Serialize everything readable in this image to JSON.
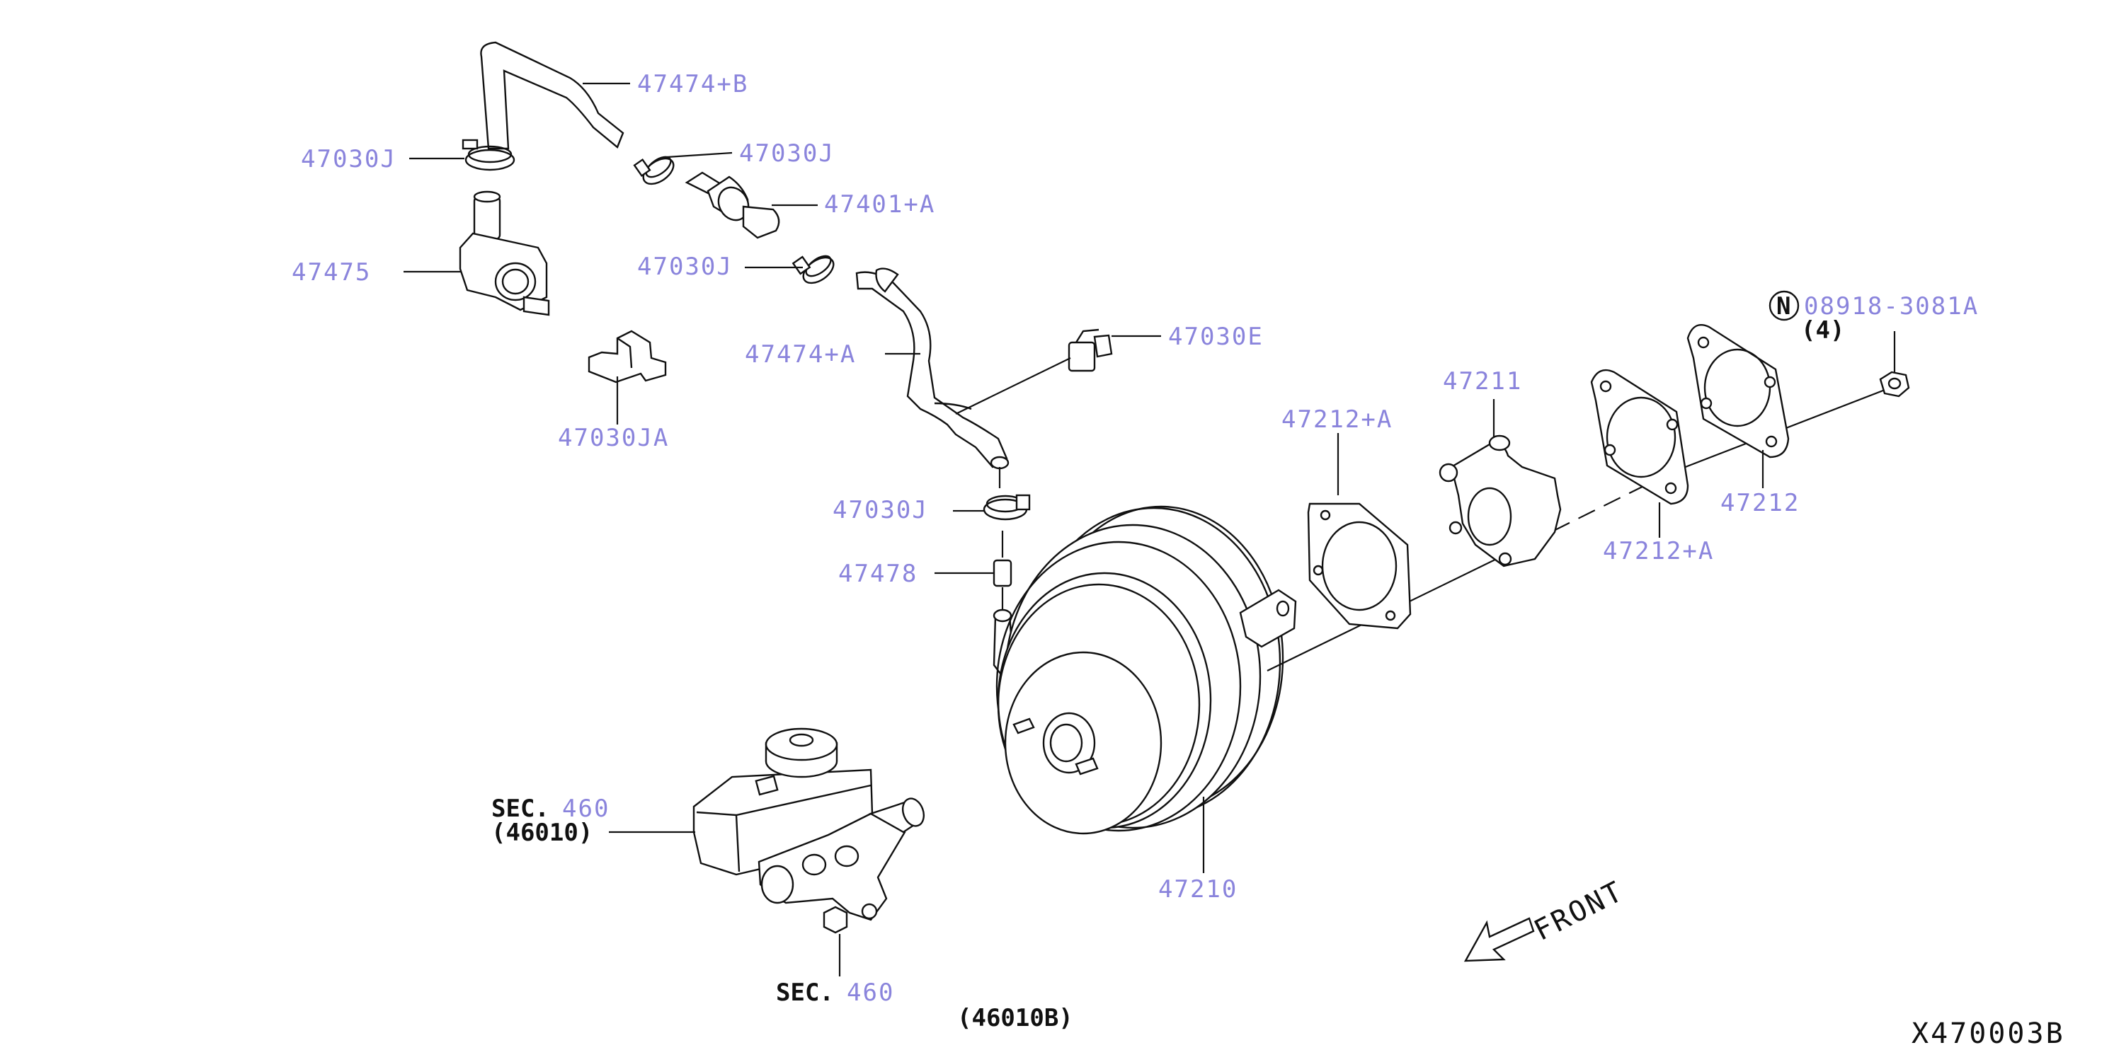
{
  "labels": {
    "p47474B": "47474+B",
    "p47030J_left": "47030J",
    "p47030J_right": "47030J",
    "p47401A": "47401+A",
    "p47030J_mid": "47030J",
    "p47475": "47475",
    "p47030E": "47030E",
    "p47474A": "47474+A",
    "p47030JA": "47030JA",
    "p47030J_low": "47030J",
    "p47478": "47478",
    "p47212A_top": "47212+A",
    "p47211": "47211",
    "p47212A_bottom": "47212+A",
    "p47212": "47212",
    "p08918": "08918-3081A",
    "qty4": "(4)",
    "n_marker": "N",
    "p47210": "47210",
    "sec_prefix_1": "SEC.",
    "sec_num_1": "460",
    "sec_sub_1": "(46010)",
    "sec_prefix_2": "SEC.",
    "sec_num_2": "460",
    "p46010B": "(46010B)",
    "front": "FRONT",
    "diagram_id": "X470003B"
  },
  "colors": {
    "label": "#8a84dc",
    "line": "#111111",
    "background": "#ffffff"
  }
}
